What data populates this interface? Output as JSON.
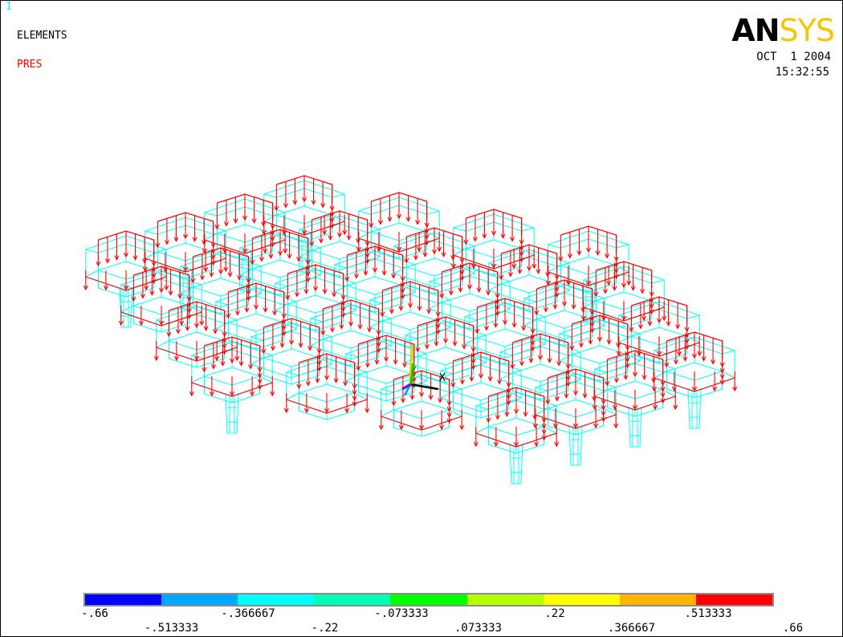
{
  "window_number": "1",
  "plot_mode_label": "ELEMENTS",
  "load_label": "PRES",
  "logo": {
    "bold_part": "AN",
    "light_part": "SYS"
  },
  "date": "OCT  1 2004",
  "time": "15:32:55",
  "triad_axis_label": "X",
  "colors": {
    "mesh": "#00ffff",
    "pressure_arrows": "#ff0000",
    "load_label": "#ff0000",
    "window_number": "#00ffff"
  },
  "legend": {
    "swatches": [
      "#0000ff",
      "#00a8ff",
      "#00ffff",
      "#00ffb4",
      "#00ff00",
      "#b4ff00",
      "#ffff00",
      "#ffb400",
      "#ff0000"
    ],
    "top_labels": [
      "-.66",
      "-.366667",
      "-.073333",
      ".22",
      ".513333"
    ],
    "bottom_labels": [
      "-.513333",
      "-.22",
      ".073333",
      ".366667",
      ".66"
    ]
  }
}
